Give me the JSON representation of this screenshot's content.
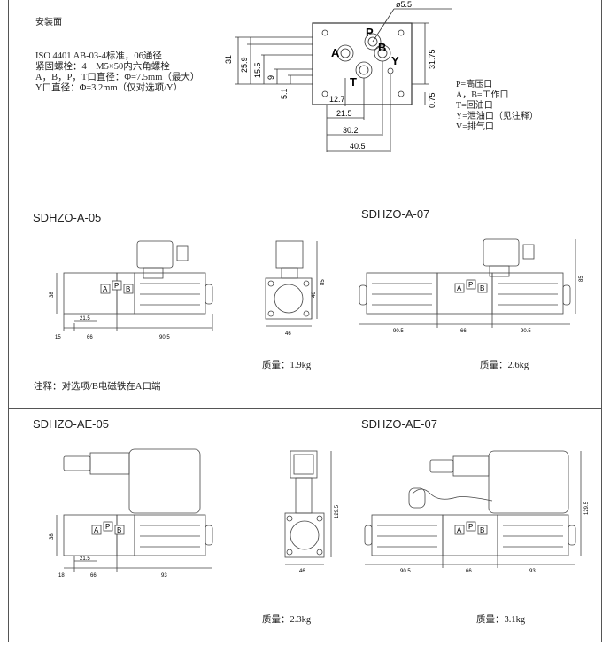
{
  "mounting": {
    "title": "安装面",
    "spec_lines": [
      "ISO 4401 AB-03-4标准，06通径",
      "紧固螺栓：4　M5×50内六角螺栓",
      "A，B，P，T口直径：Φ=7.5mm（最大）",
      "Y口直径：Φ=3.2mm（仅对选项/Y）"
    ],
    "port_letters": {
      "p": "P",
      "a": "A",
      "b": "B",
      "t": "T",
      "y": "Y"
    },
    "dims": {
      "d55": "ø5.5",
      "d31": "31",
      "d259": "25.9",
      "d155": "15.5",
      "d9": "9",
      "d51": "5.1",
      "d3175": "31.75",
      "d075": "0.75",
      "d127": "12.7",
      "d215": "21.5",
      "d302": "30.2",
      "d405": "40.5"
    },
    "legend": [
      "P=高压口",
      "A，B=工作口",
      "T=回油口",
      "Y=泄油口（见注释）",
      "V=排气口"
    ]
  },
  "models": [
    {
      "name": "SDHZO-A-05",
      "mass": "质量：1.9kg"
    },
    {
      "name": "SDHZO-A-07",
      "mass": "质量：2.6kg"
    },
    {
      "name": "SDHZO-AE-05",
      "mass": "质量：2.3kg"
    },
    {
      "name": "SDHZO-AE-07",
      "mass": "质量：3.1kg"
    }
  ],
  "note": "注释：对选项/B电磁铁在A口端",
  "drawing_labels": {
    "a05": {
      "d38": "38",
      "d215": "21.5",
      "d15": "15",
      "d66": "66",
      "d905": "90.5"
    },
    "side": {
      "d46": "46",
      "d85": "85",
      "d46b": "46"
    },
    "a07": {
      "d905a": "90.5",
      "d66": "66",
      "d905b": "90.5",
      "d85": "85"
    },
    "ae05": {
      "d38": "38",
      "d215": "21.5",
      "d18": "18",
      "d66": "66",
      "d93": "93"
    },
    "side2": {
      "d1295": "129.5",
      "d46": "46"
    },
    "ae07": {
      "d905": "90.5",
      "d66": "66",
      "d93": "93",
      "d1295": "129.5"
    },
    "port_a": "A",
    "port_p": "P",
    "port_b": "B"
  }
}
